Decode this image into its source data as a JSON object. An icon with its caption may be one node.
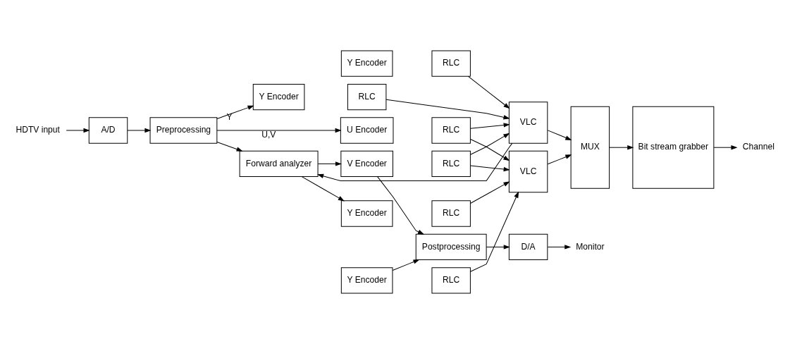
{
  "diagram": {
    "nodes": [
      {
        "text": [
          "HDTV input"
        ]
      },
      {
        "text": [
          "A/D"
        ]
      },
      {
        "text": [
          "Preprocessing"
        ]
      },
      {
        "text": [
          "Forward analyzer"
        ]
      },
      {
        "text": [
          "Y Encoder"
        ]
      },
      {
        "text": [
          "RLC"
        ]
      },
      {
        "text": [
          "Y Encoder"
        ]
      },
      {
        "text": [
          "RLC"
        ]
      },
      {
        "text": [
          "Y Encoder"
        ]
      },
      {
        "text": [
          "RLC"
        ]
      },
      {
        "text": [
          "Y Encoder"
        ]
      },
      {
        "text": [
          "RLC"
        ]
      },
      {
        "text": [
          "U Encoder"
        ]
      },
      {
        "text": [
          "RLC"
        ]
      },
      {
        "text": [
          "V Encoder"
        ]
      },
      {
        "text": [
          "RLC"
        ]
      },
      {
        "text": [
          "VLC"
        ]
      },
      {
        "text": [
          "VLC"
        ]
      },
      {
        "text": [
          "MUX"
        ]
      },
      {
        "text": [
          "Bit stream grabber"
        ]
      },
      {
        "text": [
          "Channel"
        ]
      },
      {
        "text": [
          "Postprocessing"
        ]
      },
      {
        "text": [
          "D/A"
        ]
      },
      {
        "text": [
          "Monitor"
        ]
      }
    ],
    "edges": [
      {
        "from": 0,
        "to": 1,
        "arrow": "to"
      },
      {
        "from": 1,
        "to": 2,
        "arrow": "to"
      },
      {
        "from": 2,
        "to": 3,
        "arrow": "to"
      },
      {
        "from": 2,
        "to": 6,
        "arrow": "to",
        "label": "Y"
      },
      {
        "from": 3,
        "to": 8,
        "arrow": "to"
      },
      {
        "from": 2,
        "to": 12,
        "arrow": "to",
        "label": "U,V"
      },
      {
        "from": 3,
        "to": 14,
        "arrow": "to"
      },
      {
        "from": 5,
        "to": 16,
        "arrow": "to"
      },
      {
        "from": 7,
        "to": 16,
        "arrow": "to"
      },
      {
        "from": 13,
        "to": 16,
        "arrow": "to"
      },
      {
        "from": 15,
        "to": 16,
        "arrow": "to"
      },
      {
        "from": 9,
        "to": 17,
        "arrow": "to"
      },
      {
        "from": 11,
        "to": 17,
        "arrow": "to"
      },
      {
        "from": 13,
        "to": 17,
        "arrow": "to"
      },
      {
        "from": 15,
        "to": 17,
        "arrow": "to"
      },
      {
        "from": 16,
        "to": 3,
        "arrow": "to"
      },
      {
        "from": 16,
        "to": 18,
        "arrow": "to"
      },
      {
        "from": 17,
        "to": 18,
        "arrow": "to"
      },
      {
        "from": 18,
        "to": 19,
        "arrow": "to"
      },
      {
        "from": 19,
        "to": 20,
        "arrow": "to"
      },
      {
        "from": 10,
        "to": 21,
        "arrow": "to"
      },
      {
        "from": 14,
        "to": 21,
        "arrow": "to"
      },
      {
        "from": 21,
        "to": 22,
        "arrow": "to"
      },
      {
        "from": 22,
        "to": 23,
        "arrow": "to"
      }
    ]
  }
}
